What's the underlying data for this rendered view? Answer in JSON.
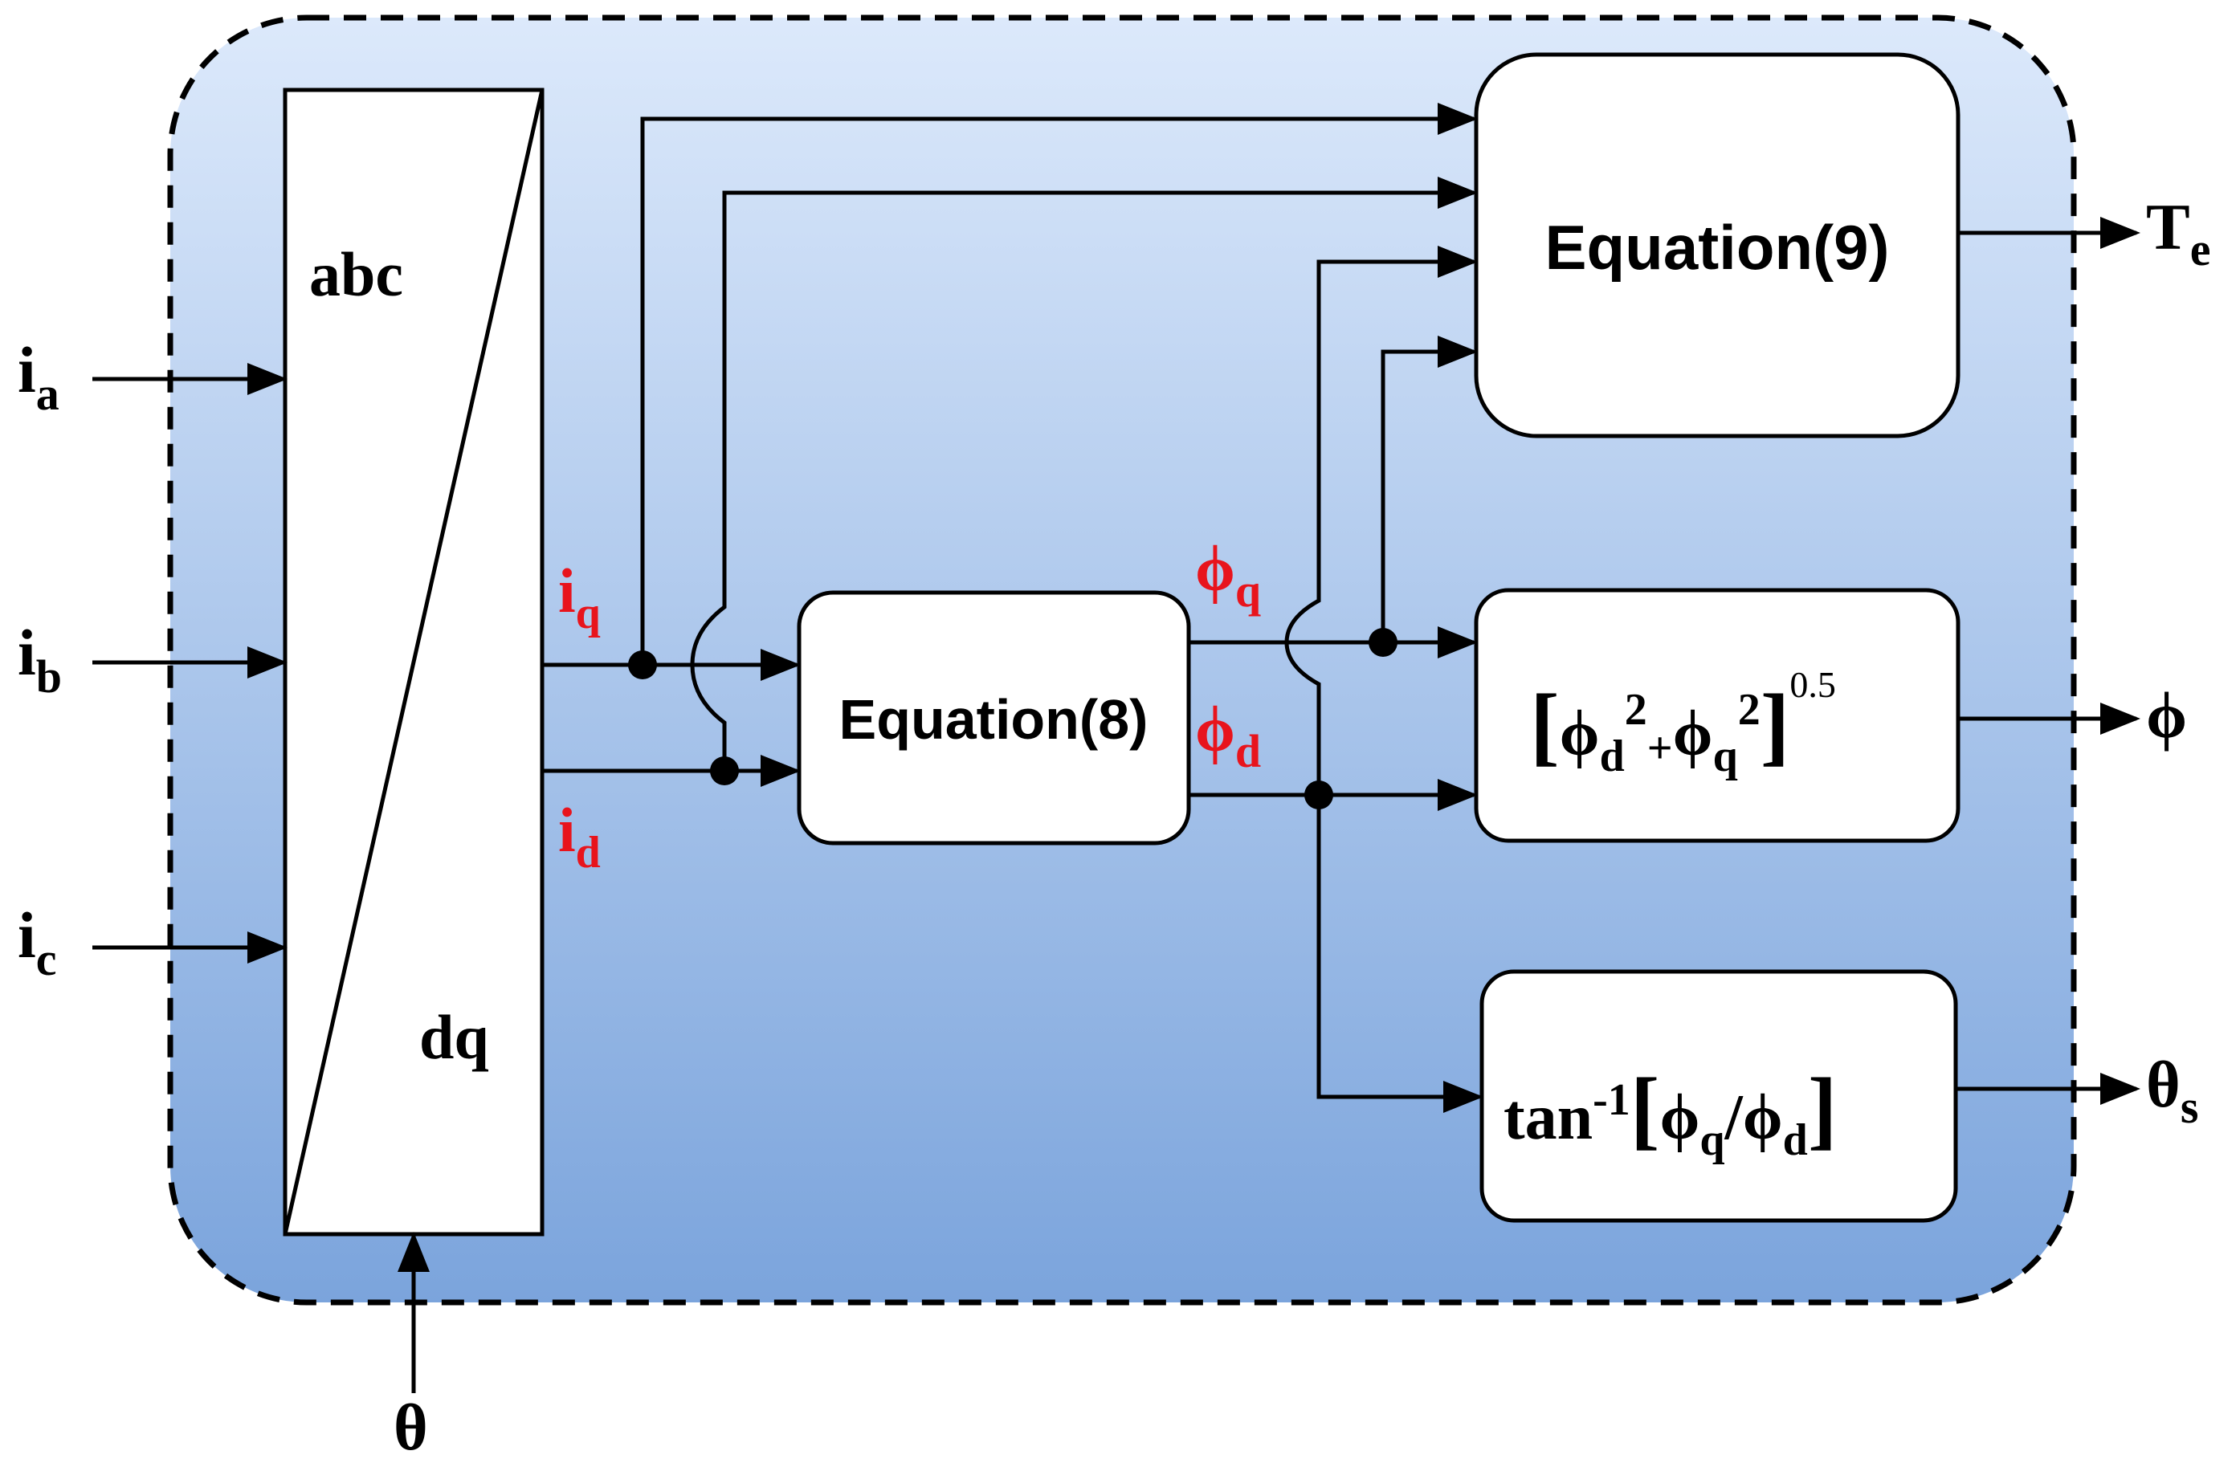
{
  "inputs": {
    "ia": {
      "base": "i",
      "sub": "a"
    },
    "ib": {
      "base": "i",
      "sub": "b"
    },
    "ic": {
      "base": "i",
      "sub": "c"
    },
    "theta": "θ"
  },
  "transform_block": {
    "top_label": "abc",
    "bottom_label": "dq"
  },
  "signals": {
    "iq": {
      "base": "i",
      "sub": "q"
    },
    "id": {
      "base": "i",
      "sub": "d"
    },
    "phi_q": {
      "base": "ϕ",
      "sub": "q"
    },
    "phi_d": {
      "base": "ϕ",
      "sub": "d"
    }
  },
  "blocks": {
    "eq8": "Equation(8)",
    "eq9": "Equation(9)",
    "magnitude": {
      "open": "[",
      "phi": "ϕ",
      "sub_d": "d",
      "sup_2": "2",
      "plus": "+",
      "sub_q": "q",
      "close": "]",
      "exponent": "0.5"
    },
    "angle": {
      "fn": "tan",
      "sup": "-1",
      "open": "[",
      "phi": "ϕ",
      "sub_q": "q",
      "slash": "/",
      "sub_d": "d",
      "close": "]"
    }
  },
  "outputs": {
    "te": {
      "base": "T",
      "sub": "e"
    },
    "phi": "ϕ",
    "theta_s": {
      "base": "θ",
      "sub": "s"
    }
  },
  "colors": {
    "signal_label": "#e8141c",
    "gradient_top": "#dce9fb",
    "gradient_bottom": "#7ba4dc",
    "line": "#000000"
  }
}
